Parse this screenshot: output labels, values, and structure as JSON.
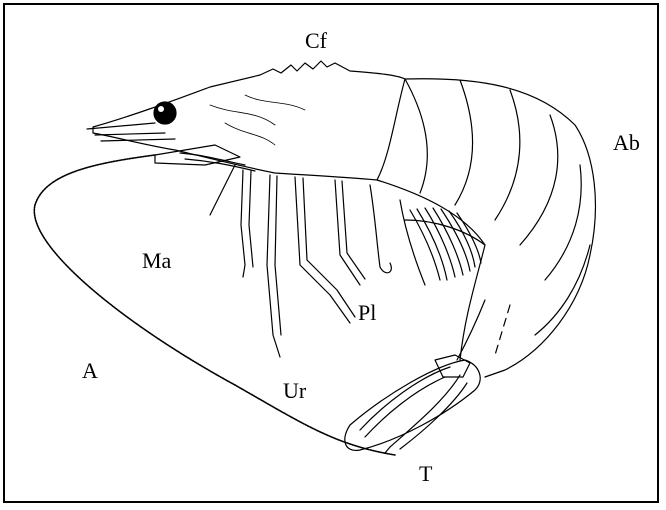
{
  "figure": {
    "labels": {
      "carapace": "Cf",
      "abdomen": "Ab",
      "maxilliped": "Ma",
      "pleopods": "Pl",
      "antenna": "A",
      "uropod": "Ur",
      "telson": "T"
    },
    "colors": {
      "line": "#000000",
      "background": "#ffffff",
      "eye": "#000000"
    }
  }
}
